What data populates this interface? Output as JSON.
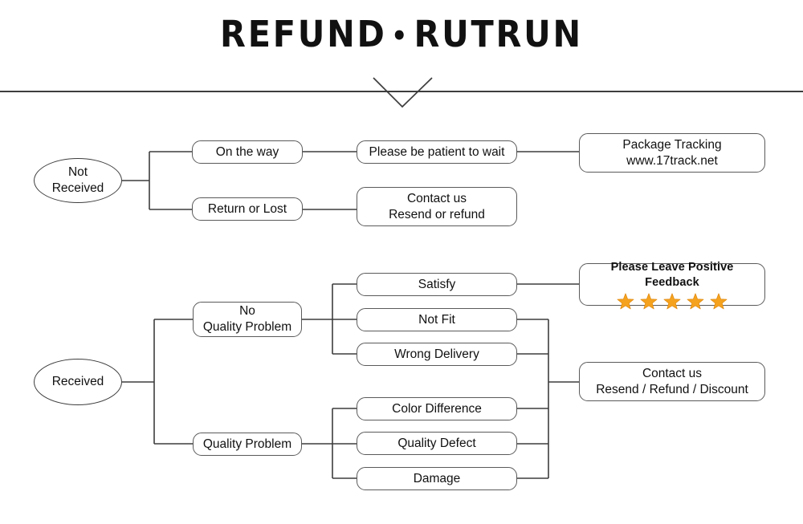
{
  "header": {
    "title_main": "REFUND",
    "title_dot": "•",
    "title_sub": "RUTRUN"
  },
  "colors": {
    "star": "#F5A21F",
    "star_stroke": "#E08A10",
    "line": "#3d3d3d",
    "box_border": "#5a5a5a",
    "text": "#111111",
    "background": "#ffffff"
  },
  "flow": {
    "branch_not_received": {
      "root": {
        "line1": "Not",
        "line2": "Received"
      },
      "options": [
        {
          "label": "On the way"
        },
        {
          "label": "Return or Lost"
        }
      ],
      "actions": [
        {
          "label": "Please be patient to wait"
        },
        {
          "line1": "Contact us",
          "line2": "Resend or refund"
        }
      ],
      "result": {
        "line1": "Package Tracking",
        "line2": "www.17track.net"
      }
    },
    "branch_received": {
      "root": {
        "label": "Received"
      },
      "categories": [
        {
          "line1": "No",
          "line2": "Quality Problem"
        },
        {
          "label": "Quality Problem"
        }
      ],
      "reasons_no_quality": [
        {
          "label": "Satisfy"
        },
        {
          "label": "Not Fit"
        },
        {
          "label": "Wrong Delivery"
        }
      ],
      "reasons_quality": [
        {
          "label": "Color Difference"
        },
        {
          "label": "Quality Defect"
        },
        {
          "label": "Damage"
        }
      ],
      "feedback": {
        "label": "Please Leave Positive Feedback",
        "star_count": 5,
        "star_icon": "star-icon"
      },
      "resolution": {
        "line1": "Contact us",
        "line2": "Resend / Refund / Discount"
      }
    }
  }
}
